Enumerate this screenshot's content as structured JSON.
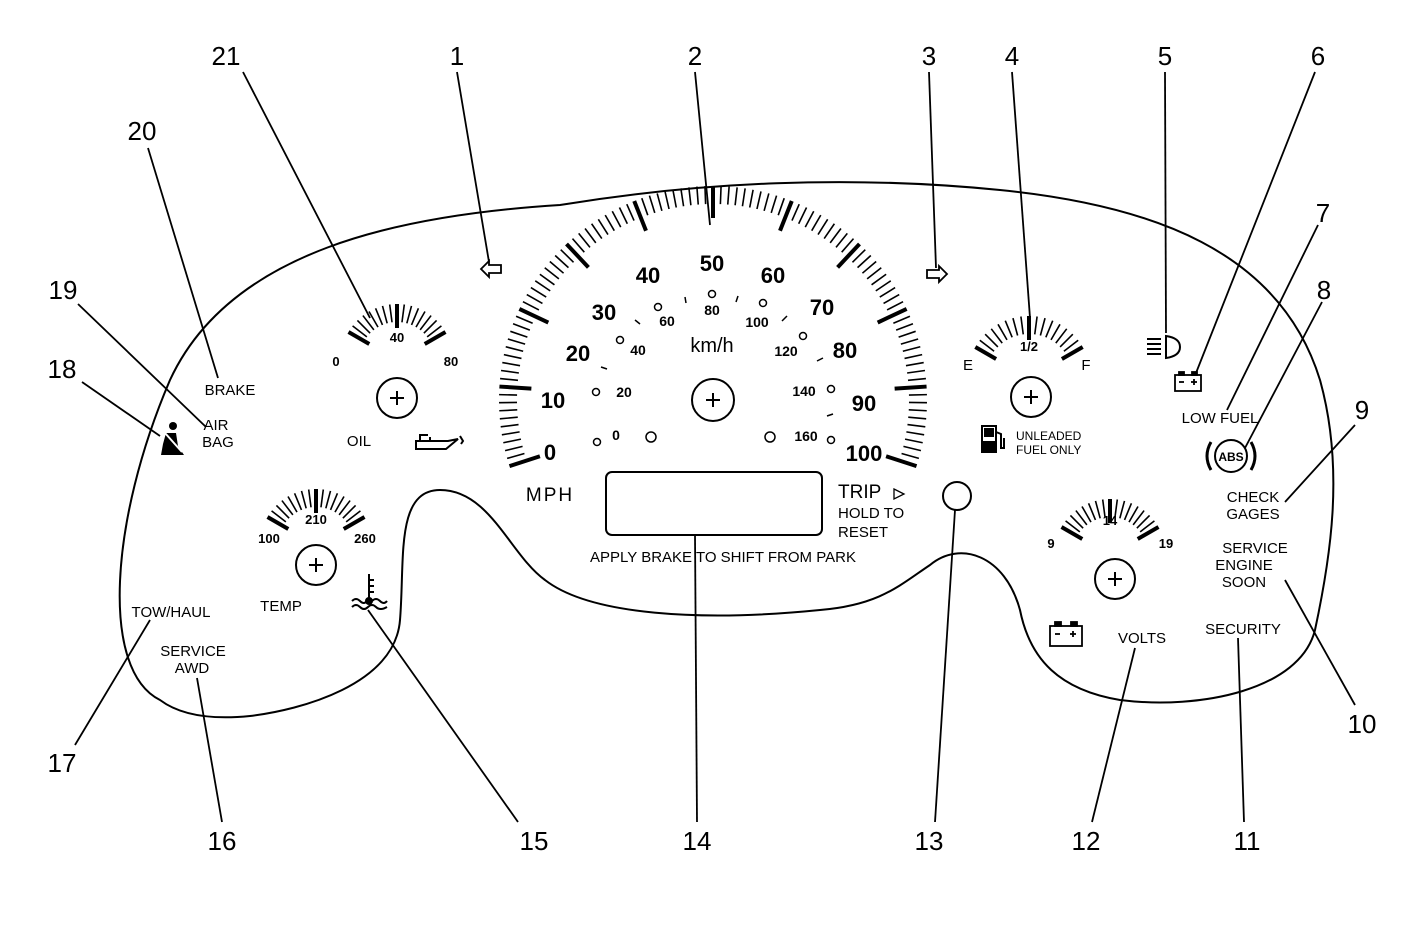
{
  "callouts": [
    "1",
    "2",
    "3",
    "4",
    "5",
    "6",
    "7",
    "8",
    "9",
    "10",
    "11",
    "12",
    "13",
    "14",
    "15",
    "16",
    "17",
    "18",
    "19",
    "20",
    "21"
  ],
  "speedometer": {
    "mph_labels": [
      "0",
      "10",
      "20",
      "30",
      "40",
      "50",
      "60",
      "70",
      "80",
      "90",
      "100"
    ],
    "kmh_labels": [
      "0",
      "20",
      "40",
      "60",
      "80",
      "100",
      "120",
      "140",
      "160"
    ],
    "kmh_unit": "km/h",
    "mph_unit": "MPH",
    "trip_label": "TRIP",
    "hold_label_line1": "HOLD TO",
    "hold_label_line2": "RESET",
    "apply_brake_text": "APPLY BRAKE TO SHIFT FROM PARK"
  },
  "oil_gauge": {
    "ticks": [
      "0",
      "40",
      "80"
    ],
    "label": "OIL"
  },
  "temp_gauge": {
    "ticks": [
      "100",
      "210",
      "260"
    ],
    "label": "TEMP"
  },
  "fuel_gauge": {
    "ticks": [
      "E",
      "1/2",
      "F"
    ],
    "line1": "UNLEADED",
    "line2": "FUEL ONLY"
  },
  "volts_gauge": {
    "ticks": [
      "9",
      "14",
      "19"
    ],
    "label": "VOLTS"
  },
  "indicators": {
    "brake": "BRAKE",
    "airbag_line1": "AIR",
    "airbag_line2": "BAG",
    "low_fuel": "LOW FUEL",
    "abs": "ABS",
    "check_gages_line1": "CHECK",
    "check_gages_line2": "GAGES",
    "ses_line1": "SERVICE",
    "ses_line2": "ENGINE",
    "ses_line3": "SOON",
    "security": "SECURITY",
    "tow_haul": "TOW/HAUL",
    "awd_line1": "SERVICE",
    "awd_line2": "AWD"
  },
  "icons": [
    "left-turn-arrow-icon",
    "right-turn-arrow-icon",
    "high-beam-icon",
    "battery-icon",
    "abs-icon",
    "seatbelt-icon",
    "oil-can-icon",
    "coolant-temp-icon",
    "fuel-pump-icon"
  ]
}
